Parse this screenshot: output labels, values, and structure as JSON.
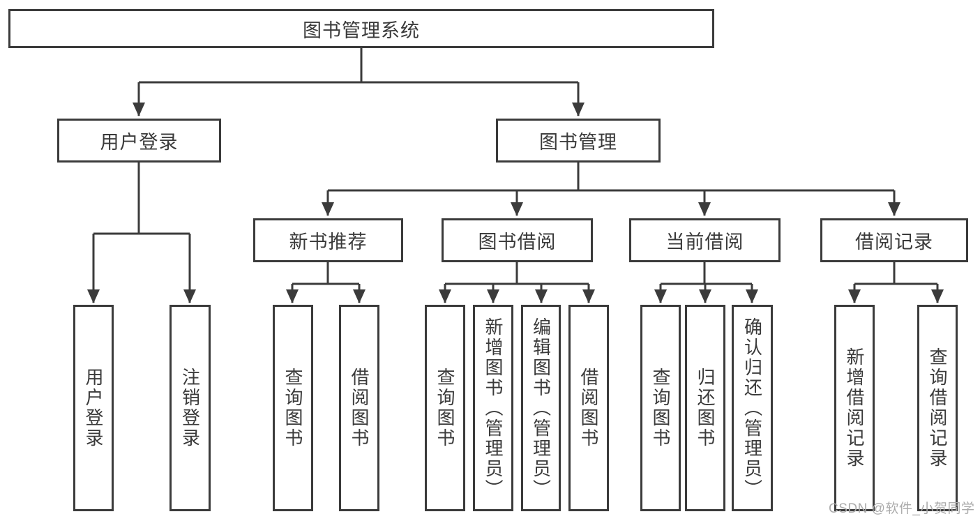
{
  "diagram": {
    "type": "tree",
    "accent_color": "#3b3b3b",
    "background_color": "#ffffff"
  },
  "nodes": {
    "root": "图书管理系统",
    "level1": [
      "用户登录",
      "图书管理"
    ],
    "level2": [
      "新书推荐",
      "图书借阅",
      "当前借阅",
      "借阅记录"
    ],
    "leaves": {
      "user": [
        "用户登录",
        "注销登录"
      ],
      "recommend": [
        "查询图书",
        "借阅图书"
      ],
      "borrow": [
        "查询图书",
        "新增图书（管理员）",
        "编辑图书（管理员）",
        "借阅图书"
      ],
      "current": [
        "查询图书",
        "归还图书",
        "确认归还（管理员）"
      ],
      "record": [
        "新增借阅记录",
        "查询借阅记录"
      ]
    }
  },
  "watermark": {
    "text": "CSDN @软件_小贺同学",
    "color": "#ababab"
  }
}
